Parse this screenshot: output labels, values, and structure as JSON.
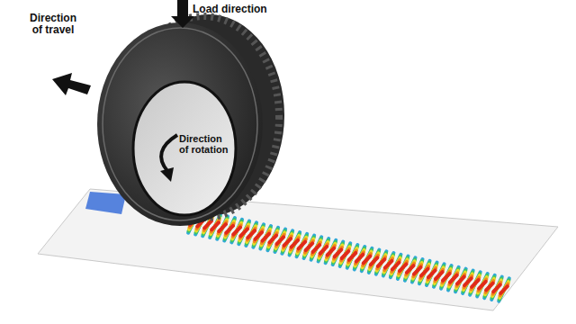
{
  "diagram": {
    "labels": [
      "Load direction",
      "Direction of travel",
      "Direction of rotation"
    ]
  }
}
